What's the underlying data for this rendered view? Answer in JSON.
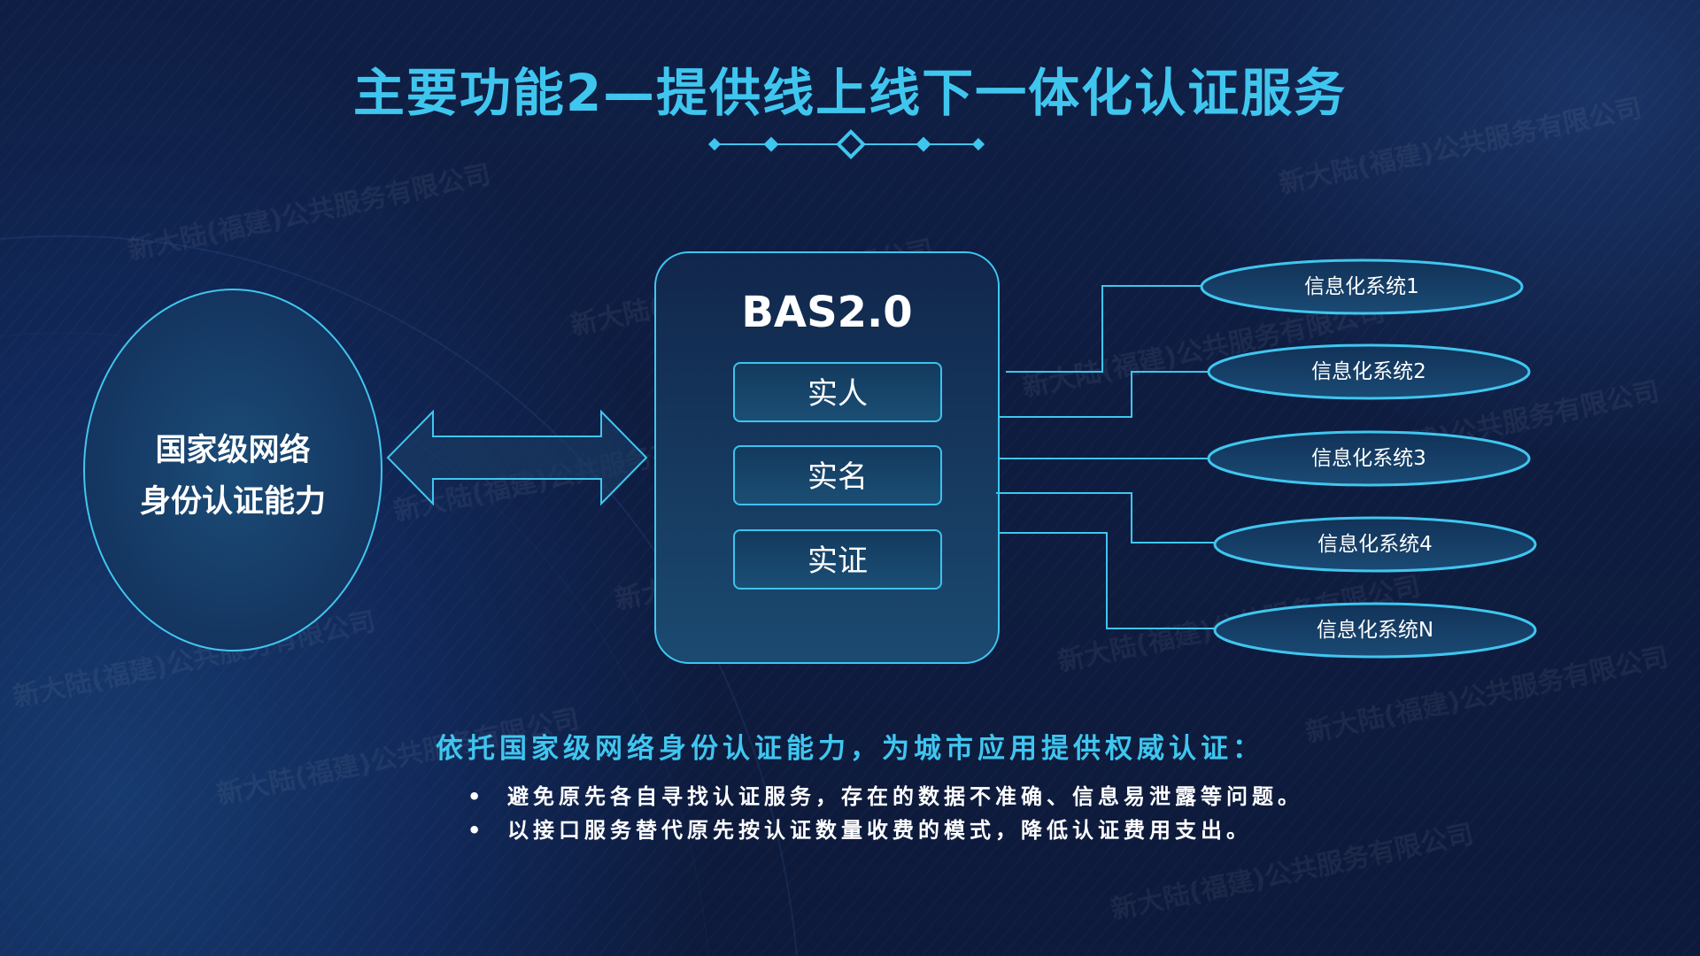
{
  "title": "主要功能2—提供线上线下一体化认证服务",
  "watermark": "新大陆(福建)公共服务有限公司",
  "left_node": {
    "line1": "国家级网络",
    "line2": "身份认证能力"
  },
  "center_node": {
    "title": "BAS2.0",
    "items": [
      "实人",
      "实名",
      "实证"
    ]
  },
  "systems": [
    "信息化系统1",
    "信息化系统2",
    "信息化系统3",
    "信息化系统4",
    "信息化系统N"
  ],
  "summary": {
    "heading": "依托国家级网络身份认证能力，为城市应用提供权威认证：",
    "bullets": [
      "避免原先各自寻找认证服务，存在的数据不准确、信息易泄露等问题。",
      "以接口服务替代原先按认证数量收费的模式，降低认证费用支出。"
    ],
    "bullet_symbol": "•"
  },
  "colors": {
    "accent": "#3fc6ef",
    "background": "#0e1b3d"
  }
}
